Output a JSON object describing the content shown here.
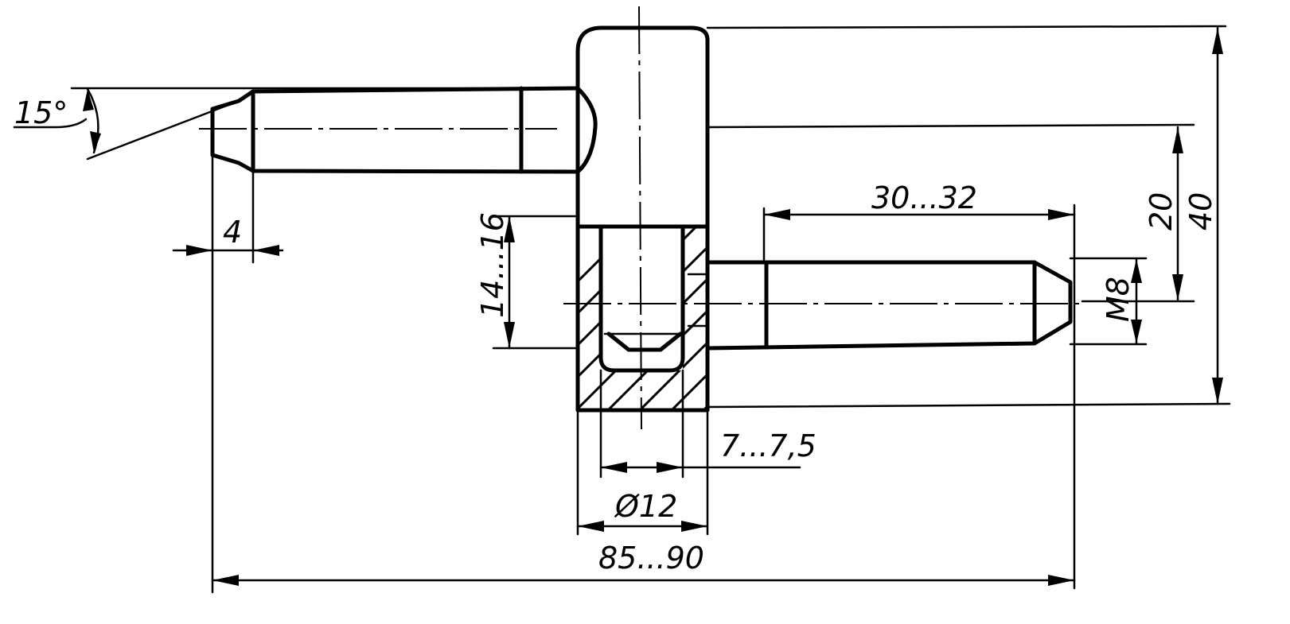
{
  "drawing": {
    "dimensions": {
      "angle": "15°",
      "chamfer": "4",
      "socket_depth": "14...16",
      "thread_length": "30...32",
      "thread_size": "M8",
      "hinge_axis_offset": "20",
      "total_height": "40",
      "inner_diameter": "7...7,5",
      "outer_diameter": "Ø12",
      "total_length": "85...90"
    },
    "colors": {
      "ink": "#000000",
      "paper": "#ffffff"
    }
  }
}
